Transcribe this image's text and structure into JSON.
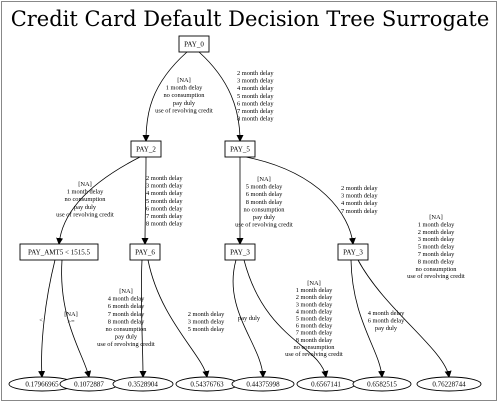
{
  "title": "Credit Card Default Decision Tree Surrogate",
  "nodes": {
    "pay0": "PAY_0",
    "pay2": "PAY_2",
    "pay5": "PAY_5",
    "payamt5": "PAY_AMT5 < 1515.5",
    "pay6": "PAY_6",
    "pay3a": "PAY_3",
    "pay3b": "PAY_3"
  },
  "leaves": [
    "0.17966965",
    "0.1072887",
    "0.3528904",
    "0.54376763",
    "0.44375998",
    "0.6567141",
    "0.6582515",
    "0.76228744"
  ],
  "edges": {
    "pay0_pay2": [
      "[NA]",
      "1 month delay",
      "no consumption",
      "pay duly",
      "use of revolving credit"
    ],
    "pay0_pay5": [
      "2 month delay",
      "3 month delay",
      "4 month delay",
      "5 month delay",
      "6 month delay",
      "7 month delay",
      "8 month delay"
    ],
    "pay2_payamt5": [
      "[NA]",
      "1 month delay",
      "no consumption",
      "pay duly",
      "use of revolving credit"
    ],
    "pay2_pay6": [
      "2 month delay",
      "3 month delay",
      "4 month delay",
      "5 month delay",
      "6 month delay",
      "7 month delay",
      "8 month delay"
    ],
    "pay5_pay3a": [
      "[NA]",
      "5 month delay",
      "6 month delay",
      "8 month delay",
      "no consumption",
      "pay duly",
      "use of revolving credit"
    ],
    "pay5_pay3b": [
      "2 month delay",
      "3 month delay",
      "4 month delay",
      "7 month delay"
    ],
    "payamt5_l1": [
      "<"
    ],
    "payamt5_l2": [
      "[NA]",
      ">="
    ],
    "pay6_l3": [
      "[NA]",
      "4 month delay",
      "6 month delay",
      "7 month delay",
      "8 month delay",
      "no consumption",
      "pay duly",
      "use of revolving credit"
    ],
    "pay6_l4": [
      "2 month delay",
      "3 month delay",
      "5 month delay"
    ],
    "pay3a_l5": [
      "pay duly"
    ],
    "pay3a_l6": [
      "[NA]",
      "1 month delay",
      "2 month delay",
      "3 month delay",
      "4 month delay",
      "5 month delay",
      "6 month delay",
      "7 month delay",
      "8 month delay",
      "no consumption",
      "use of revolving credit"
    ],
    "pay3b_l7": [
      "4 month delay",
      "6 month delay",
      "pay duly"
    ],
    "pay3b_l8": [
      "[NA]",
      "1 month delay",
      "2 month delay",
      "3 month delay",
      "5 month delay",
      "7 month delay",
      "8 month delay",
      "no consumption",
      "use of revolving credit"
    ]
  }
}
